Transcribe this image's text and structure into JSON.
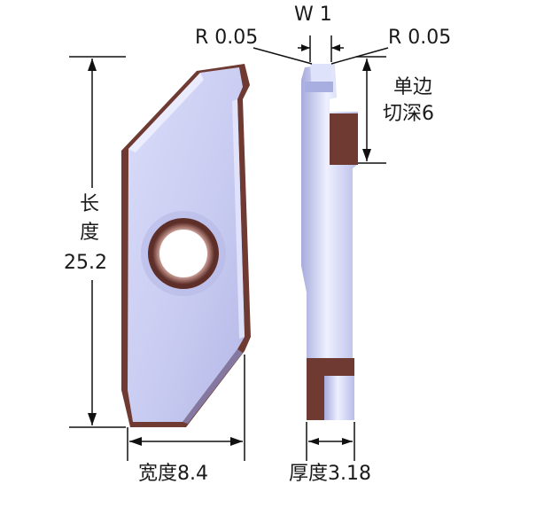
{
  "labels": {
    "width_slot": "W 1",
    "radius_left": "R 0.05",
    "radius_right": "R 0.05",
    "depth_line1": "单边",
    "depth_line2": "切深6",
    "length_line1": "长",
    "length_line2": "度",
    "length_value": "25.2",
    "width": "宽度8.4",
    "thickness": "厚度3.18"
  },
  "colors": {
    "insert_body": "#c5c8ee",
    "insert_highlight": "#eceefe",
    "insert_shadow": "#9fa4d8",
    "coating_copper": "#6e3a32",
    "dimension_line": "#111111"
  }
}
